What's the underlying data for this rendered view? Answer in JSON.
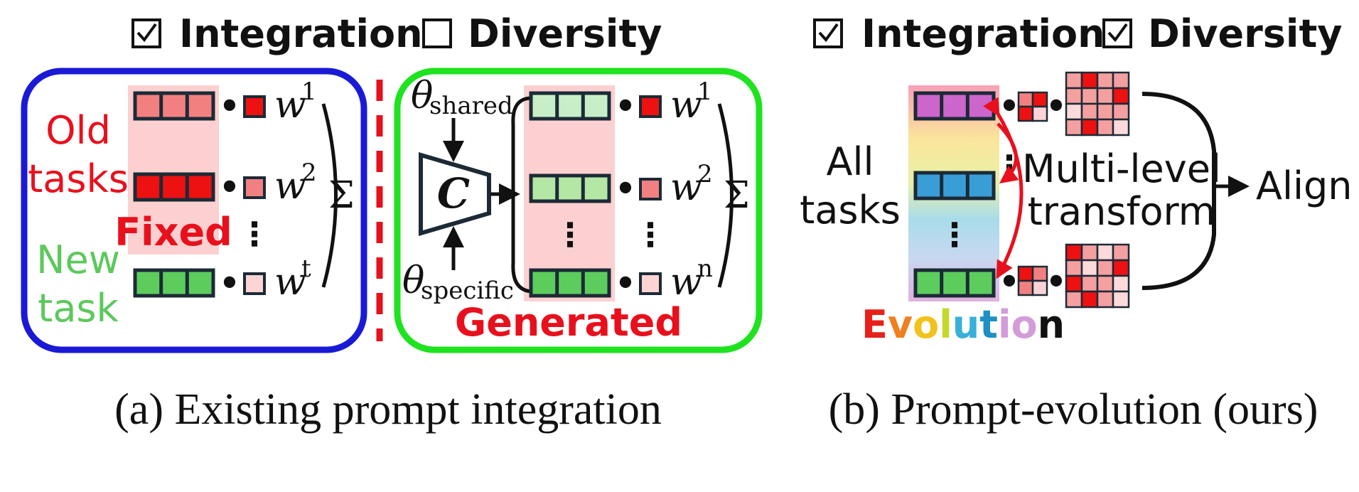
{
  "header_a": {
    "integration_label": "Integration",
    "diversity_label": "Diversity",
    "integration_checked": true,
    "diversity_checked": false
  },
  "header_b": {
    "integration_label": "Integration",
    "diversity_label": "Diversity",
    "integration_checked": true,
    "diversity_checked": true
  },
  "panel_a": {
    "old_tasks_line1": "Old",
    "old_tasks_line2": "tasks",
    "new_task_line1": "New",
    "new_task_line2": "task",
    "fixed_label": "Fixed",
    "dot": "•",
    "vdots": "⋮",
    "sum_symbol": "Σ",
    "w_symbol": "w",
    "sup1": "1",
    "sup2": "2",
    "supt": "t"
  },
  "panel_generated": {
    "theta": "θ",
    "shared_sub": "shared",
    "specific_sub": "specific",
    "generator_letter": "C",
    "generated_label": "Generated",
    "w_symbol": "w",
    "sup1": "1",
    "sup2": "2",
    "supn": "n",
    "sum_symbol": "Σ"
  },
  "panel_b": {
    "all_tasks_line1": "All",
    "all_tasks_line2": "tasks",
    "multilevel_line1": "Multi-level",
    "multilevel_line2": "transform",
    "align_label": "Align",
    "evolution_letters": [
      {
        "ch": "E",
        "color": "#e8201a"
      },
      {
        "ch": "v",
        "color": "#f07f1e"
      },
      {
        "ch": "o",
        "color": "#f2c21c"
      },
      {
        "ch": "l",
        "color": "#c4d82a"
      },
      {
        "ch": "u",
        "color": "#38b0d9"
      },
      {
        "ch": "t",
        "color": "#1f8fc4"
      },
      {
        "ch": "i",
        "color": "#d49bd9"
      },
      {
        "ch": "o",
        "color": "#d49bd9"
      },
      {
        "ch": "n",
        "color": "#111111"
      }
    ]
  },
  "captions": {
    "a": "(a) Existing prompt integration",
    "b": "(b) Prompt-evolution (ours)"
  },
  "colors": {
    "blue_frame": "#1a1ad6",
    "green_frame": "#1ee31e",
    "red_text": "#e8101c",
    "green_text": "#5cc85c",
    "fixed_bg": "#fcd0d0",
    "old_row1": "#f28080",
    "old_row2": "#ee1111",
    "new_row": "#5ccd5c",
    "gen_row1": "#c8eec8",
    "gen_row2": "#b4e6a4",
    "gen_row3": "#5ccd5c",
    "evo_row1": "#cc66cc",
    "evo_row2": "#3a9ed6",
    "evo_row3": "#5ccd5c"
  }
}
